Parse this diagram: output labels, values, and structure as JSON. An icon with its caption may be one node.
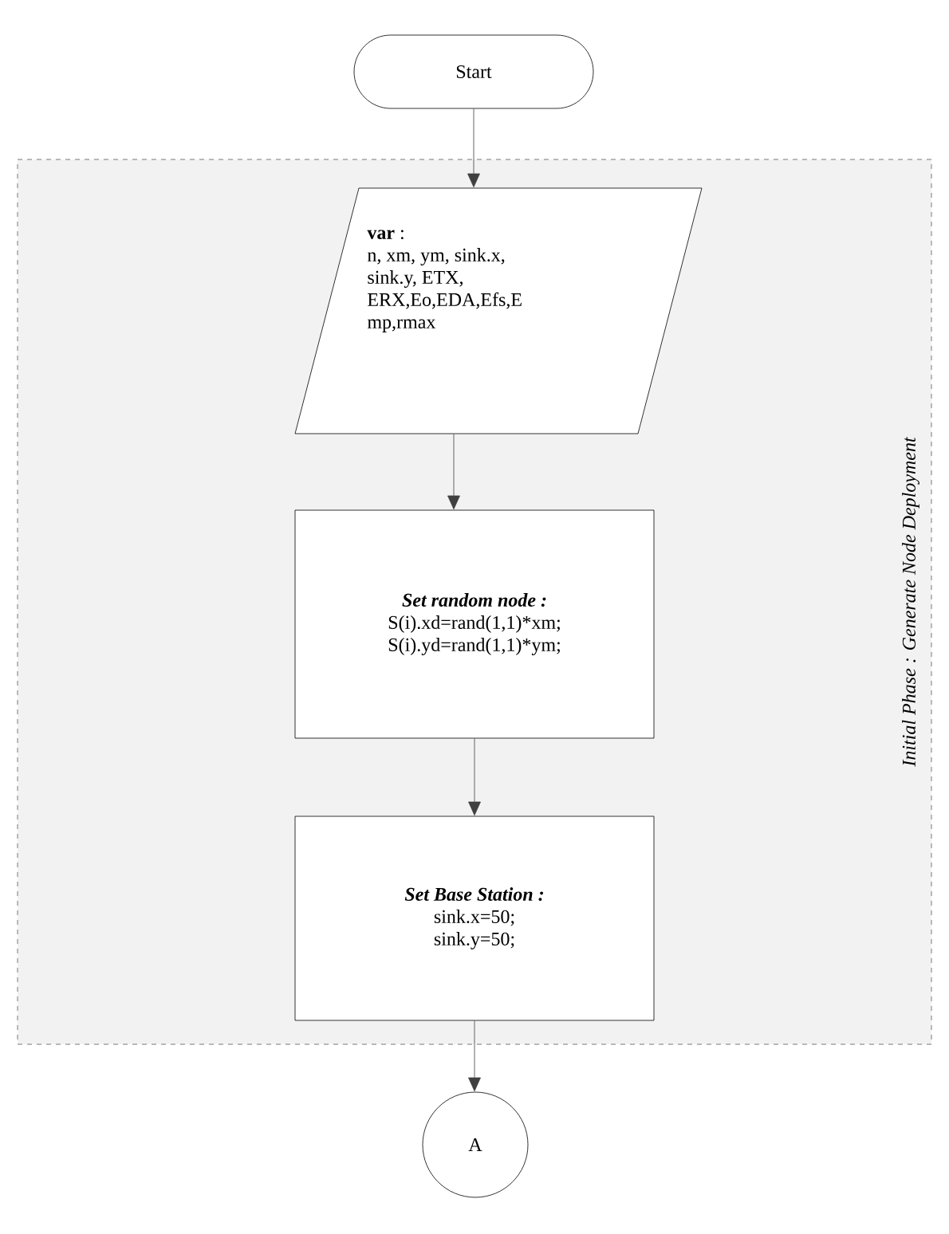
{
  "diagram": {
    "nodes": [
      {
        "text": [
          "Start"
        ]
      },
      {
        "text": [
          "Initial Phase : Generate Node Deployment"
        ]
      },
      {
        "text": [
          "**var** :",
          "n, xm, ym, sink.x, sink.y, ETX, ERX,Eo,EDA,Efs,E mp,rmax"
        ],
        "in": 1
      },
      {
        "text": [
          "Set random node :",
          "S(i).xd=rand(1,1)*xm; S(i).yd=rand(1,1)*ym;"
        ],
        "in": 1
      },
      {
        "text": [
          "Set Base Station :",
          "sink.x=50; sink.y=50;"
        ],
        "in": 1
      },
      {
        "text": [
          "A"
        ]
      }
    ],
    "edges": [
      {
        "from": 0,
        "to": 2,
        "arrow": "to"
      },
      {
        "from": 2,
        "to": 3,
        "arrow": "to"
      },
      {
        "from": 3,
        "to": 4,
        "arrow": "to"
      },
      {
        "from": 4,
        "to": 5,
        "arrow": "to"
      }
    ]
  }
}
